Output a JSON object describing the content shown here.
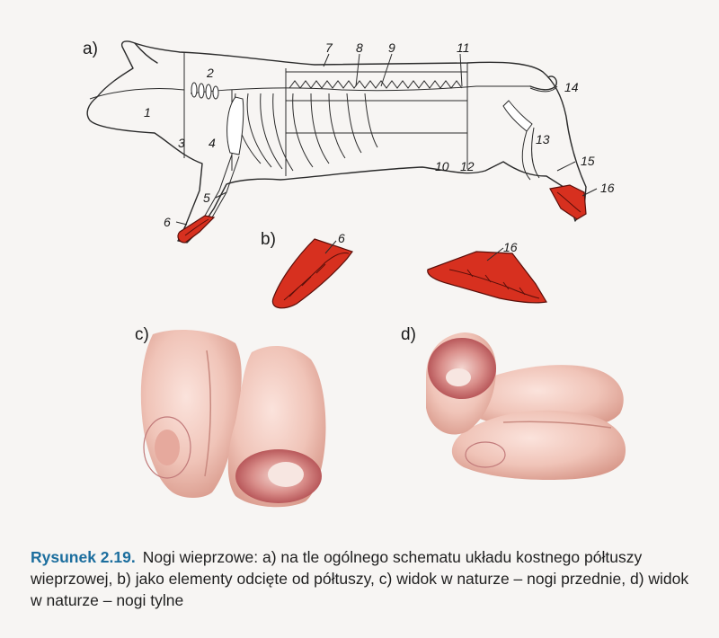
{
  "panels": {
    "a": "a)",
    "b": "b)",
    "c": "c)",
    "d": "d)"
  },
  "part_numbers": [
    "1",
    "2",
    "3",
    "4",
    "5",
    "6",
    "7",
    "8",
    "9",
    "10",
    "11",
    "12",
    "13",
    "14",
    "15",
    "16"
  ],
  "callouts_b": {
    "front": "6",
    "hind": "16"
  },
  "colors": {
    "highlight": "#d7301f",
    "caption_accent": "#1c6e9e"
  },
  "caption": {
    "figure_number": "Rysunek 2.19.",
    "text": "Nogi wieprzowe: a) na tle ogólnego schematu układu kostnego półtuszy wieprzowej, b) jako elementy odcięte od półtuszy, c) widok w naturze – nogi przednie, d) widok w naturze – nogi tylne"
  }
}
